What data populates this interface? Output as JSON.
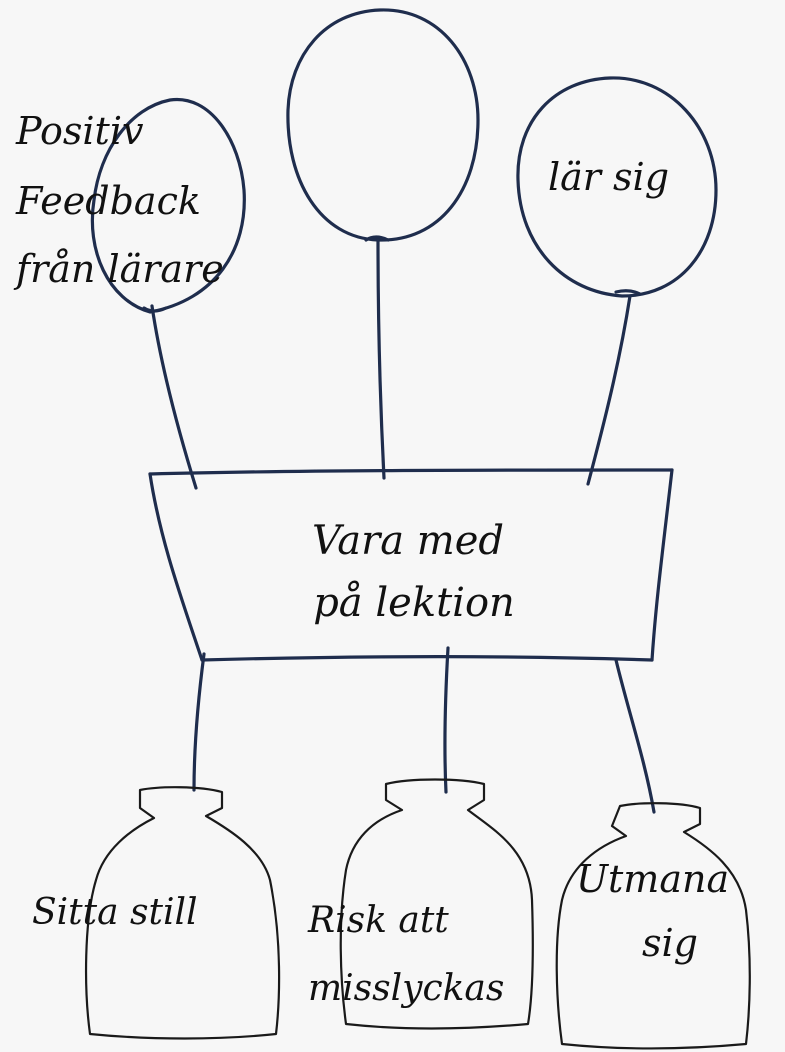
{
  "center": {
    "label_line1": "Vara med",
    "label_line2": "på lektion"
  },
  "balloons": [
    {
      "line1": "Positiv",
      "line2": "Feedback",
      "line3": "från lärare"
    },
    {
      "line1": ""
    },
    {
      "line1": "lär sig"
    }
  ],
  "weights": [
    {
      "line1": "Sitta still"
    },
    {
      "line1": "Risk att",
      "line2": "misslyckas"
    },
    {
      "line1": "Utmana",
      "line2": "sig"
    }
  ],
  "colors": {
    "ink": "#1f2d4d",
    "weight_outline": "#1a1a1a",
    "background": "#f7f7f7"
  }
}
